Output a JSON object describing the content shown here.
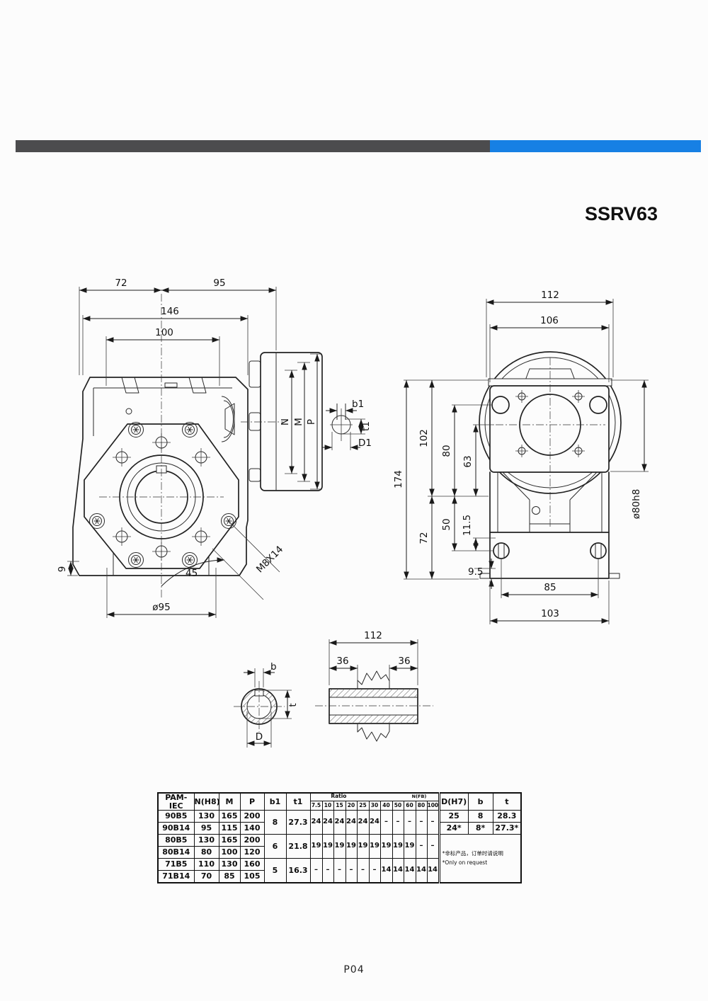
{
  "page": {
    "title": "SSRV63",
    "footer": "P04",
    "bar_dark_color": "#4c4c4e",
    "bar_blue_color": "#1780e4"
  },
  "front_view": {
    "dims": {
      "w72": "72",
      "w95": "95",
      "w146": "146",
      "w100": "100",
      "n": "N",
      "m": "M",
      "p": "P",
      "b1": "b1",
      "t1": "t1",
      "d1": "D1",
      "a45": "45",
      "m8": "M8X14",
      "dia95": "ø95",
      "f9": "9"
    }
  },
  "side_view": {
    "dims": {
      "w112": "112",
      "w106": "106",
      "h174": "174",
      "h102": "102",
      "h80": "80",
      "h63": "63",
      "h72": "72",
      "h50": "50",
      "h115": "11.5",
      "h95": "9.5",
      "w85": "85",
      "w103": "103",
      "dia80": "ø80h8"
    }
  },
  "shaft_detail": {
    "dims": {
      "w112": "112",
      "l36": "36",
      "r36": "36",
      "b": "b",
      "t": "t",
      "d": "D"
    }
  },
  "table": {
    "h_pam": "PAM-IEC",
    "h_n": "N(H8)",
    "h_m": "M",
    "h_p": "P",
    "h_b1": "b1",
    "h_t1": "t1",
    "h_ratio": "Ratio",
    "h_ratio_note": "N(FB)",
    "rc": [
      "7.5",
      "10",
      "15",
      "20",
      "25",
      "30",
      "40",
      "50",
      "60",
      "80",
      "100"
    ],
    "h_d": "D(H7)",
    "h_b": "b",
    "h_t": "t",
    "g1": {
      "r1": {
        "pam": "90B5",
        "n": "130",
        "m": "165",
        "p": "200",
        "d": "25",
        "b": "8",
        "t": "28.3"
      },
      "r2": {
        "pam": "90B14",
        "n": "95",
        "m": "115",
        "p": "140",
        "d": "24*",
        "b": "8*",
        "t": "27.3*"
      },
      "b1": "8",
      "t1": "27.3",
      "k": [
        "24",
        "24",
        "24",
        "24",
        "24",
        "24",
        "–",
        "–",
        "–",
        "–",
        "–"
      ]
    },
    "g2": {
      "r1": {
        "pam": "80B5",
        "n": "130",
        "m": "165",
        "p": "200"
      },
      "r2": {
        "pam": "80B14",
        "n": "80",
        "m": "100",
        "p": "120"
      },
      "b1": "6",
      "t1": "21.8",
      "k": [
        "19",
        "19",
        "19",
        "19",
        "19",
        "19",
        "19",
        "19",
        "19",
        "–",
        "–"
      ]
    },
    "g3": {
      "r1": {
        "pam": "71B5",
        "n": "110",
        "m": "130",
        "p": "160"
      },
      "r2": {
        "pam": "71B14",
        "n": "70",
        "m": "85",
        "p": "105"
      },
      "b1": "5",
      "t1": "16.3",
      "k": [
        "–",
        "–",
        "–",
        "–",
        "–",
        "–",
        "14",
        "14",
        "14",
        "14",
        "14"
      ]
    },
    "note_line1": "*非标产品，订单时请说明",
    "note_line2": "*Only on request"
  }
}
